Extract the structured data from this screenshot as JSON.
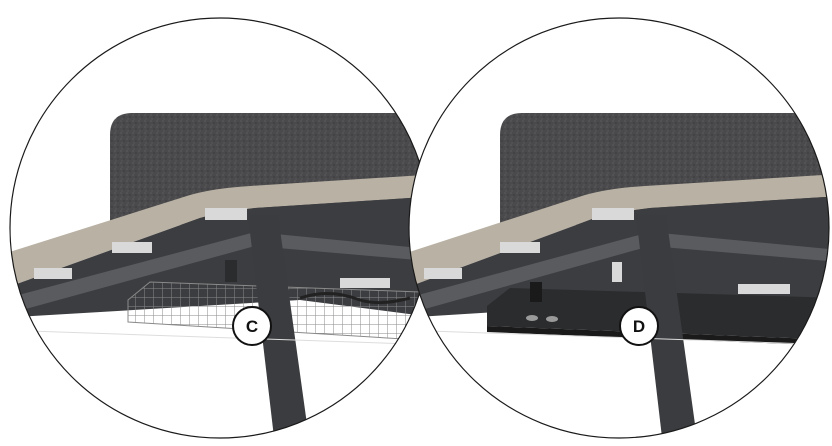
{
  "illustrations": [
    {
      "label": "C",
      "variant": "wire-cable-tray"
    },
    {
      "label": "D",
      "variant": "solid-cable-tray"
    }
  ],
  "colors": {
    "background": "#ffffff",
    "outline": "#1a1a1a",
    "panel_fabric": "#4a4a4c",
    "desktop_edge": "#b9b1a4",
    "desktop_underside": "#3c3d40",
    "leg": "#3b3c3f",
    "bracket": "#d9d9d9",
    "wire_tray": "#8a8a8a",
    "solid_tray": "#2b2c2e",
    "badge_fill": "#ffffff",
    "badge_text": "#111111"
  }
}
